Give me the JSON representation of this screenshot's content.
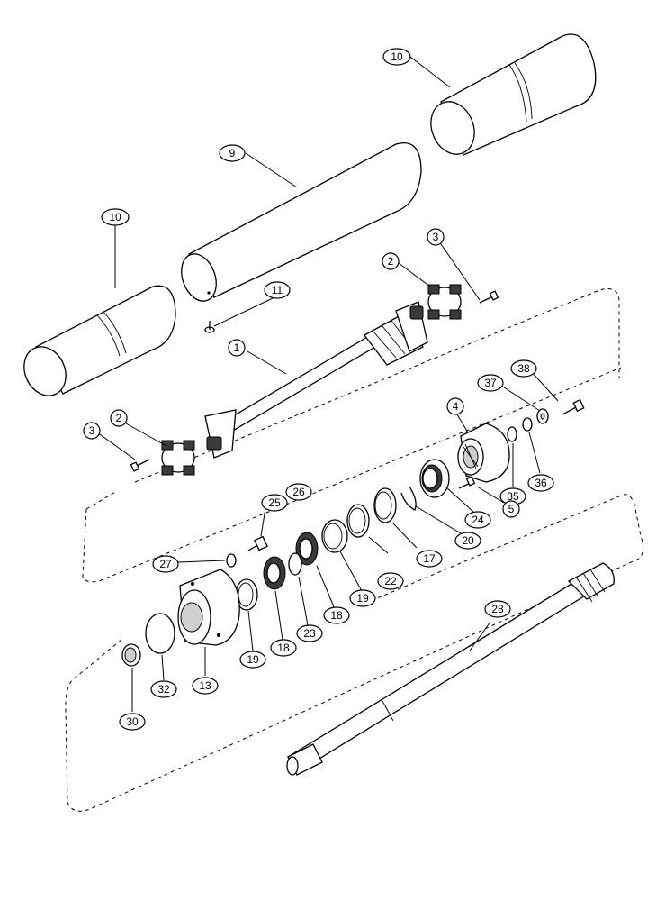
{
  "callouts": [
    {
      "id": "c10a",
      "label": "10"
    },
    {
      "id": "c9",
      "label": "9"
    },
    {
      "id": "c10b",
      "label": "10"
    },
    {
      "id": "c3a",
      "label": "3"
    },
    {
      "id": "c2a",
      "label": "2"
    },
    {
      "id": "c11",
      "label": "11"
    },
    {
      "id": "c1",
      "label": "1"
    },
    {
      "id": "c38",
      "label": "38"
    },
    {
      "id": "c37",
      "label": "37"
    },
    {
      "id": "c4",
      "label": "4"
    },
    {
      "id": "c3b",
      "label": "3"
    },
    {
      "id": "c2b",
      "label": "2"
    },
    {
      "id": "c36",
      "label": "36"
    },
    {
      "id": "c35",
      "label": "35"
    },
    {
      "id": "c5",
      "label": "5"
    },
    {
      "id": "c24",
      "label": "24"
    },
    {
      "id": "c20",
      "label": "20"
    },
    {
      "id": "c17",
      "label": "17"
    },
    {
      "id": "c22",
      "label": "22"
    },
    {
      "id": "c19a",
      "label": "19"
    },
    {
      "id": "c18a",
      "label": "18"
    },
    {
      "id": "c25",
      "label": "25"
    },
    {
      "id": "c26",
      "label": "26"
    },
    {
      "id": "c27",
      "label": "27"
    },
    {
      "id": "c23",
      "label": "23"
    },
    {
      "id": "c18b",
      "label": "18"
    },
    {
      "id": "c19b",
      "label": "19"
    },
    {
      "id": "c13",
      "label": "13"
    },
    {
      "id": "c32",
      "label": "32"
    },
    {
      "id": "c30",
      "label": "30"
    },
    {
      "id": "c28",
      "label": "28"
    }
  ]
}
